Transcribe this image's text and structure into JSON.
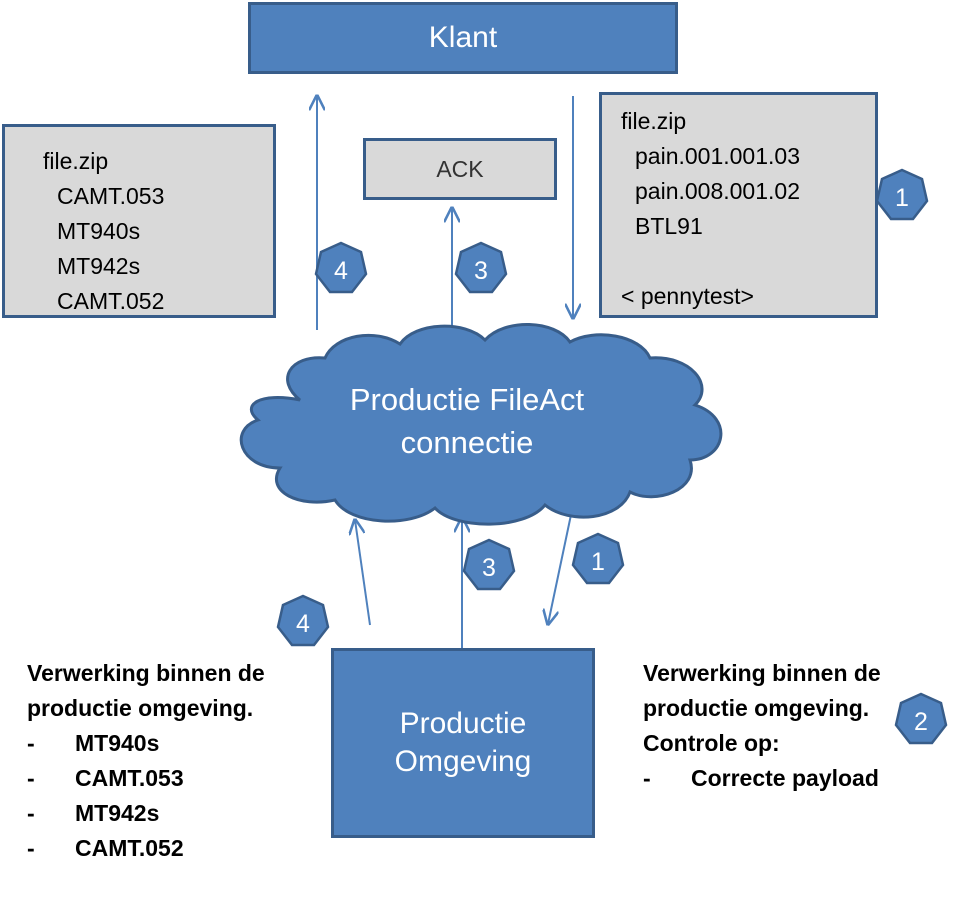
{
  "client": {
    "label": "Klant"
  },
  "ack": {
    "label": "ACK"
  },
  "outgoing_files": {
    "lines": [
      "file.zip",
      "pain.001.001.03",
      "pain.008.001.02",
      "BTL91",
      "",
      "< pennytest>"
    ]
  },
  "returned_files": {
    "lines": [
      "file.zip",
      "CAMT.053",
      "MT940s",
      "MT942s",
      "CAMT.052"
    ]
  },
  "cloud": {
    "line1": "Productie FileAct",
    "line2": "connectie"
  },
  "environment": {
    "line1": "Productie",
    "line2": "Omgeving"
  },
  "badges": {
    "b1": "1",
    "b2": "2",
    "b3": "3",
    "b4": "4"
  },
  "note_left": {
    "heading1": "Verwerking binnen de",
    "heading2": "productie omgeving.",
    "bullet_mark": "-",
    "items": [
      "MT940s",
      "CAMT.053",
      "MT942s",
      "CAMT.052"
    ]
  },
  "note_right": {
    "heading1": "Verwerking binnen de",
    "heading2": "productie omgeving.",
    "heading3": "Controle op:",
    "bullet_mark": "-",
    "items": [
      "Correcte payload"
    ]
  },
  "colors": {
    "fill": "#4f81bd",
    "border": "#385d8a",
    "gray": "#d9d9d9"
  }
}
